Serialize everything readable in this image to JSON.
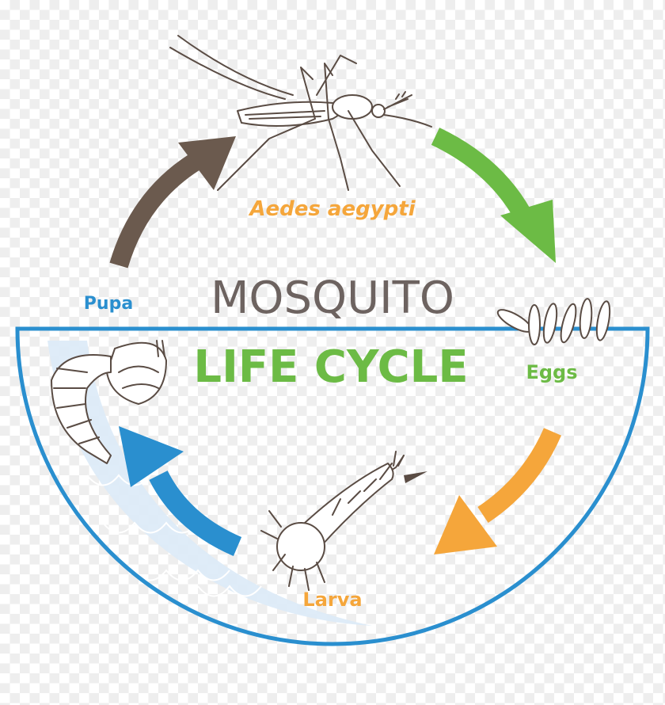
{
  "title": {
    "line1": "MOSQUITO",
    "line2": "LIFE CYCLE"
  },
  "species": "Aedes aegypti",
  "stages": [
    {
      "name": "Eggs",
      "color": "#6cbb45"
    },
    {
      "name": "Larva",
      "color": "#f5a63b"
    },
    {
      "name": "Pupa",
      "color": "#2a8fcf"
    }
  ],
  "colors": {
    "adult_arrow": "#6b5a4e",
    "eggs_arrow": "#6cbb45",
    "larva_arrow": "#f5a63b",
    "pupa_arrow": "#2a8fcf",
    "water_line": "#2a8fcf",
    "title_gray": "#6d6360",
    "title_green": "#6cbb45",
    "species_orange": "#f5a63b"
  }
}
